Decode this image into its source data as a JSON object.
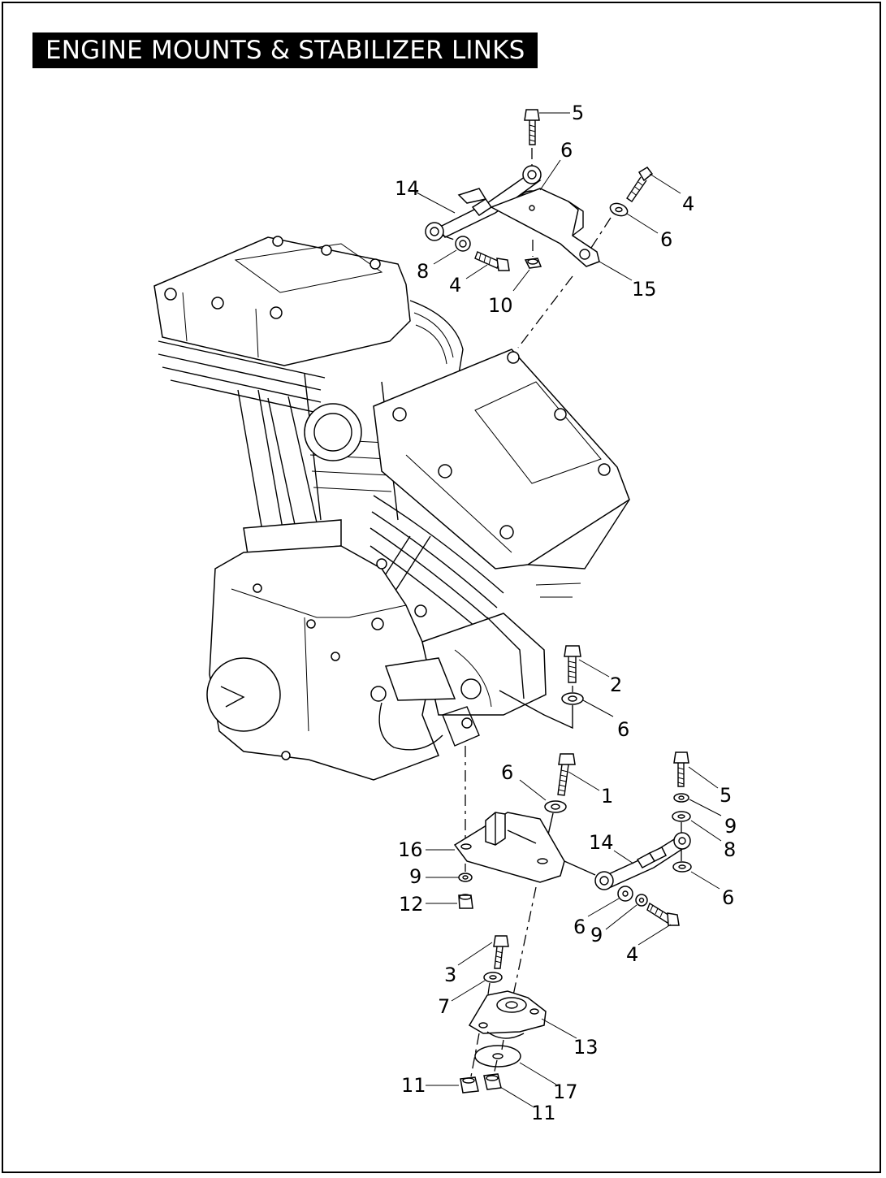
{
  "title": "ENGINE MOUNTS & STABILIZER LINKS",
  "callouts": [
    {
      "id": "c-5-top",
      "label": "5"
    },
    {
      "id": "c-6-top",
      "label": "6"
    },
    {
      "id": "c-14-top",
      "label": "14"
    },
    {
      "id": "c-4-topright",
      "label": "4"
    },
    {
      "id": "c-6-topright",
      "label": "6"
    },
    {
      "id": "c-8-top",
      "label": "8"
    },
    {
      "id": "c-4-topleft",
      "label": "4"
    },
    {
      "id": "c-10",
      "label": "10"
    },
    {
      "id": "c-15",
      "label": "15"
    },
    {
      "id": "c-2",
      "label": "2"
    },
    {
      "id": "c-6-mid",
      "label": "6"
    },
    {
      "id": "c-6-plate",
      "label": "6"
    },
    {
      "id": "c-1",
      "label": "1"
    },
    {
      "id": "c-5-right",
      "label": "5"
    },
    {
      "id": "c-9-right",
      "label": "9"
    },
    {
      "id": "c-8-right",
      "label": "8"
    },
    {
      "id": "c-14-bottom",
      "label": "14"
    },
    {
      "id": "c-16",
      "label": "16"
    },
    {
      "id": "c-9-left",
      "label": "9"
    },
    {
      "id": "c-12",
      "label": "12"
    },
    {
      "id": "c-6-rightlow",
      "label": "6"
    },
    {
      "id": "c-6-bottom",
      "label": "6"
    },
    {
      "id": "c-9-bottom",
      "label": "9"
    },
    {
      "id": "c-4-bottom",
      "label": "4"
    },
    {
      "id": "c-3",
      "label": "3"
    },
    {
      "id": "c-7",
      "label": "7"
    },
    {
      "id": "c-13",
      "label": "13"
    },
    {
      "id": "c-11-left",
      "label": "11"
    },
    {
      "id": "c-17",
      "label": "17"
    },
    {
      "id": "c-11-right",
      "label": "11"
    }
  ]
}
